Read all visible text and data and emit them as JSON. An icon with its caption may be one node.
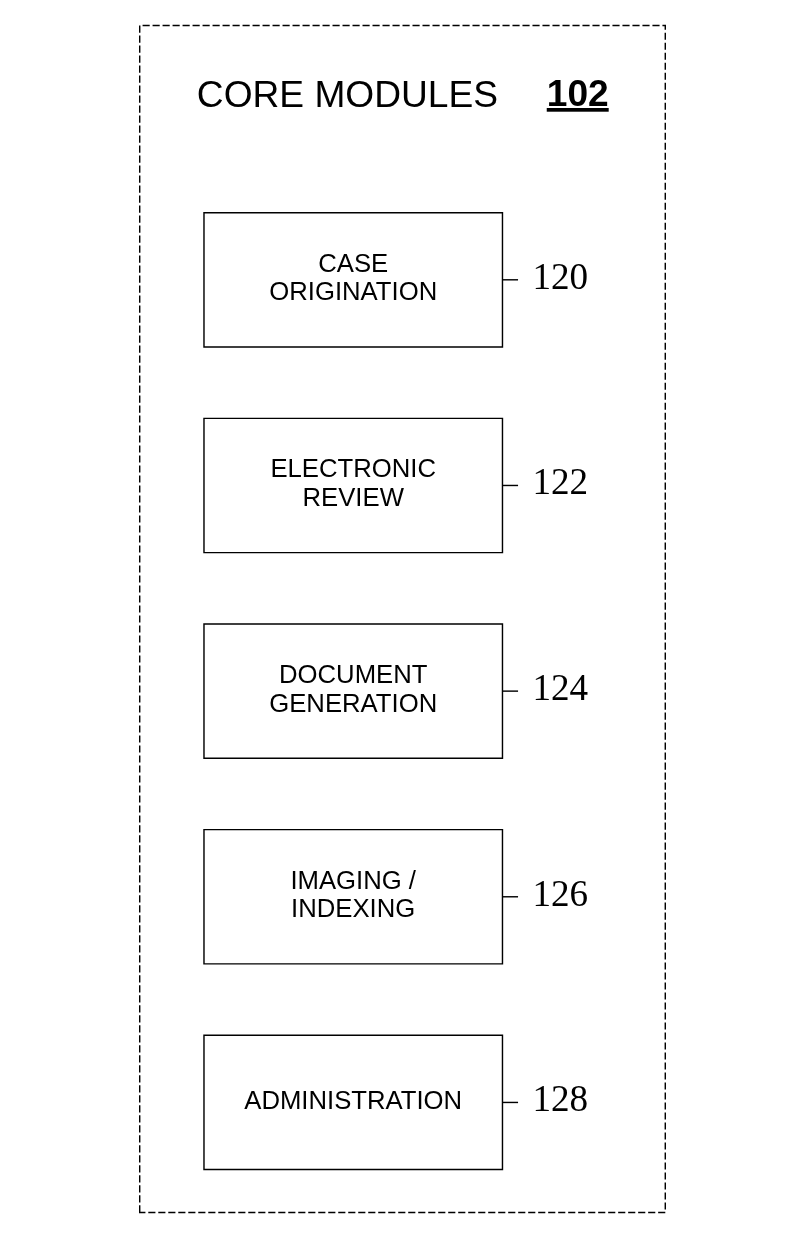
{
  "diagram": {
    "nodes": [
      {
        "text": [
          "CORE MODULES",
          "102"
        ]
      },
      {
        "text": [
          "CASE ORIGINATION"
        ],
        "in": 0
      },
      {
        "text": [
          "ELECTRONIC REVIEW"
        ],
        "in": 0
      },
      {
        "text": [
          "DOCUMENT GENERATION"
        ],
        "in": 0
      },
      {
        "text": [
          "IMAGING / INDEXING"
        ],
        "in": 0
      },
      {
        "text": [
          "ADMINISTRATION"
        ],
        "in": 0
      },
      {
        "text": [
          "120"
        ],
        "in": 0
      },
      {
        "text": [
          "122"
        ],
        "in": 0
      },
      {
        "text": [
          "124"
        ],
        "in": 0
      },
      {
        "text": [
          "126"
        ],
        "in": 0
      },
      {
        "text": [
          "128"
        ],
        "in": 0
      }
    ],
    "edges": [
      {
        "from": 6,
        "to": 1,
        "arrow": "none"
      },
      {
        "from": 7,
        "to": 2,
        "arrow": "none"
      },
      {
        "from": 8,
        "to": 3,
        "arrow": "none"
      },
      {
        "from": 9,
        "to": 4,
        "arrow": "none"
      },
      {
        "from": 10,
        "to": 5,
        "arrow": "none"
      }
    ]
  }
}
